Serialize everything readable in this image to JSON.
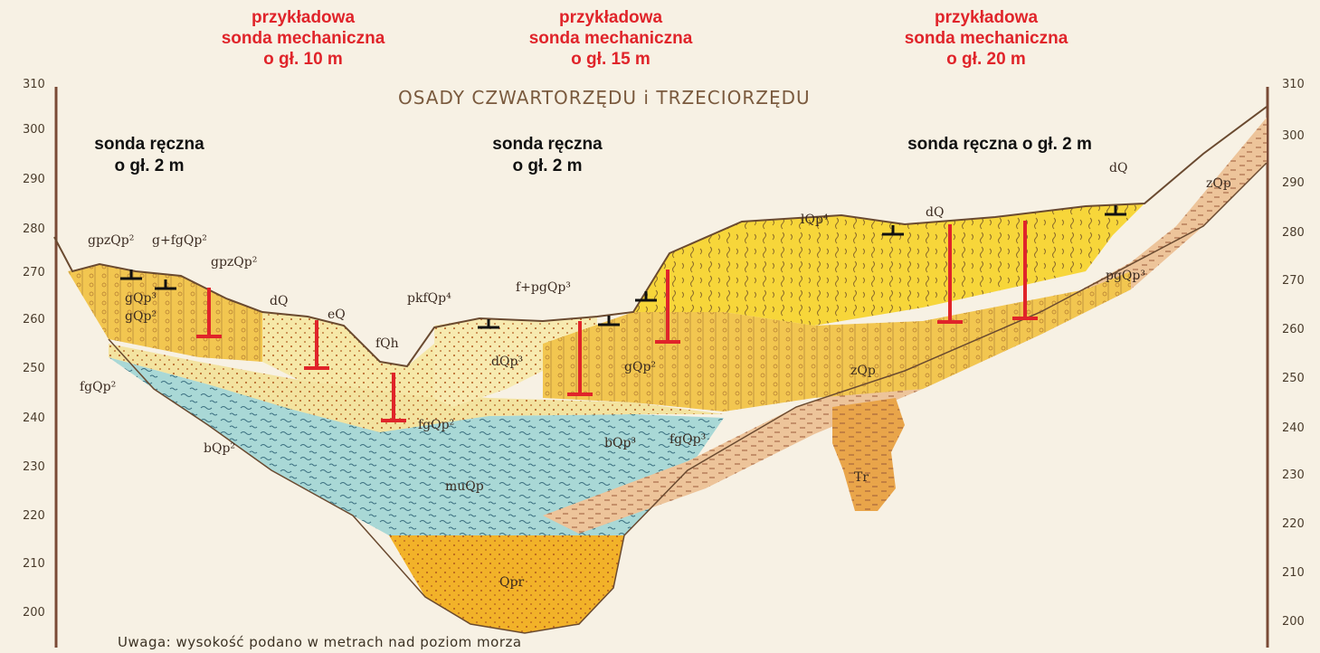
{
  "title": "OSADY CZWARTORZĘDU i TRZECIORZĘDU",
  "note": "Uwaga: wysokość podano w metrach nad poziom morza",
  "elevation_scale": [
    310,
    300,
    290,
    280,
    270,
    260,
    250,
    240,
    230,
    220,
    210,
    200
  ],
  "probes_mechanical": [
    {
      "label": "przykładowa\nsonda mechaniczna\no gł. 10 m"
    },
    {
      "label": "przykładowa\nsonda mechaniczna\no gł. 15 m"
    },
    {
      "label": "przykładowa\nsonda mechaniczna\no gł. 20 m"
    }
  ],
  "probes_hand": [
    {
      "label": "sonda ręczna\no gł. 2 m"
    },
    {
      "label": "sonda ręczna\no gł. 2 m"
    },
    {
      "label": "sonda ręczna o gł. 2 m"
    }
  ],
  "geology_labels": [
    "gpzQp²",
    "g+fgQp²",
    "gpzQp²",
    "dQ",
    "gQp³",
    "gQp²",
    "eQ",
    "fQh",
    "pkfQp⁴",
    "f+pgQp³",
    "dQp³",
    "gQp²",
    "lQp⁴",
    "dQ",
    "dQ",
    "zQp",
    "pgQp³",
    "zQp",
    "fgQp²",
    "bQp²",
    "fgQp²",
    "muQp",
    "bQp³",
    "fgQp³",
    "Qpr",
    "Tr"
  ],
  "colors": {
    "accent_red": "#e0242a",
    "scale_brown": "#7a4a36",
    "yellow": "#f4cb3f",
    "blue": "#a6d6d6",
    "pale": "#f3e6a8"
  }
}
